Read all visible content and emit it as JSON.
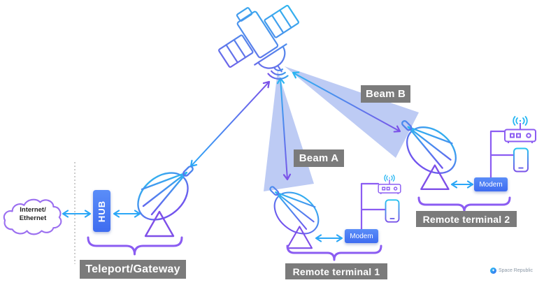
{
  "beams": {
    "a": {
      "label": "Beam A"
    },
    "b": {
      "label": "Beam B"
    }
  },
  "teleport": {
    "cloud_line_1": "Internet/",
    "cloud_line_2": "Ethernet",
    "hub_label": "HUB",
    "label": "Teleport/Gateway"
  },
  "terminal_1": {
    "modem_label": "Modem",
    "label": "Remote terminal 1"
  },
  "terminal_2": {
    "modem_label": "Modem",
    "label": "Remote terminal 2"
  },
  "brand": {
    "name": "Space Republic",
    "logo_glyph": "✦"
  },
  "colors": {
    "accent_cyan": "#2ba7f7",
    "accent_purple": "#7b52e8",
    "beam_fill": "#7c98ea",
    "device_blue_top": "#5a8df8",
    "device_blue_bottom": "#3e6cf0",
    "label_gray": "#7b7b7b"
  }
}
